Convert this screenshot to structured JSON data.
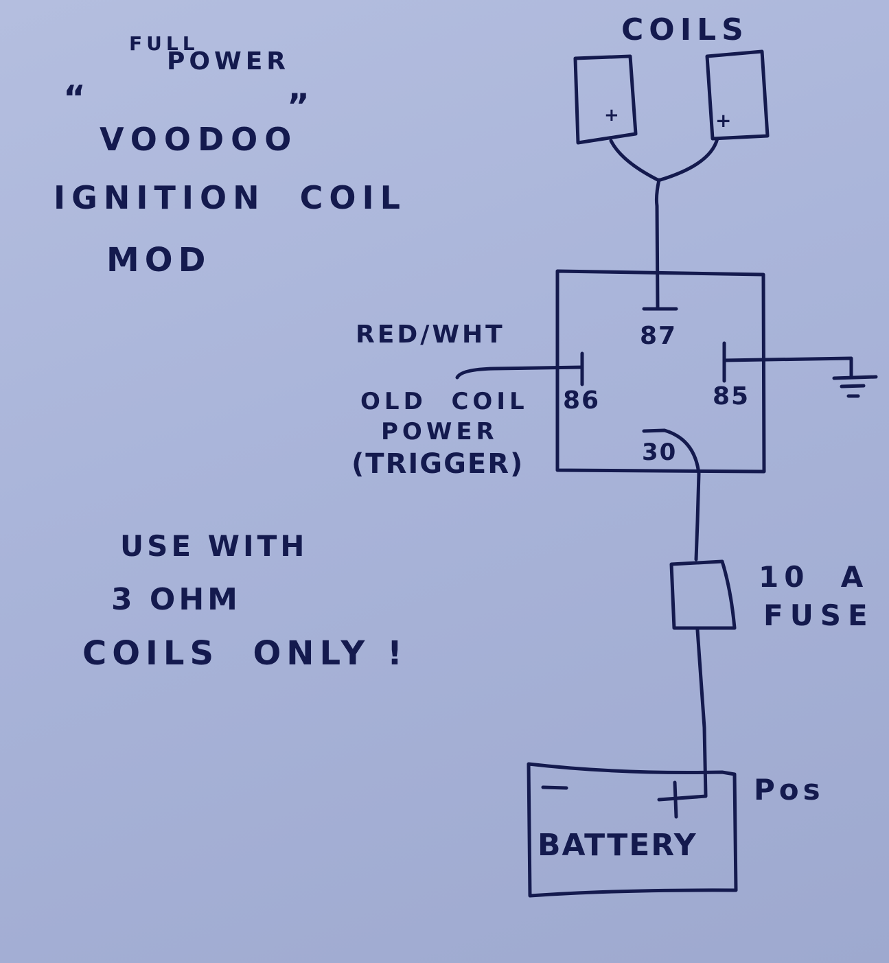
{
  "title": {
    "line1": "FULL",
    "line2": "POWER",
    "quote_open": "“",
    "quote_close": "”",
    "line3": "VOODOO",
    "line4": "IGNITION  COIL",
    "line5": "MOD"
  },
  "note": {
    "line1": "USE WITH",
    "line2": "3 OHM",
    "line3": "COILS  ONLY !"
  },
  "components": {
    "coils": {
      "label": "COILS",
      "terminal_left": "+",
      "terminal_right": "+"
    },
    "relay": {
      "pin_87": "87",
      "pin_86": "86",
      "pin_85": "85",
      "pin_30": "30"
    },
    "trigger": {
      "wire_color": "RED/WHT",
      "line1": "OLD  COIL",
      "line2": "POWER",
      "line3": "(TRIGGER)"
    },
    "fuse": {
      "line1": "10  A",
      "line2": "FUSE"
    },
    "battery": {
      "label": "BATTERY",
      "neg": "−",
      "pos": "+",
      "pos_label": "Pos"
    },
    "ground": {
      "symbol": "ground"
    }
  },
  "colors": {
    "ink": "#141a4e",
    "paper": "#a9b4d9"
  }
}
